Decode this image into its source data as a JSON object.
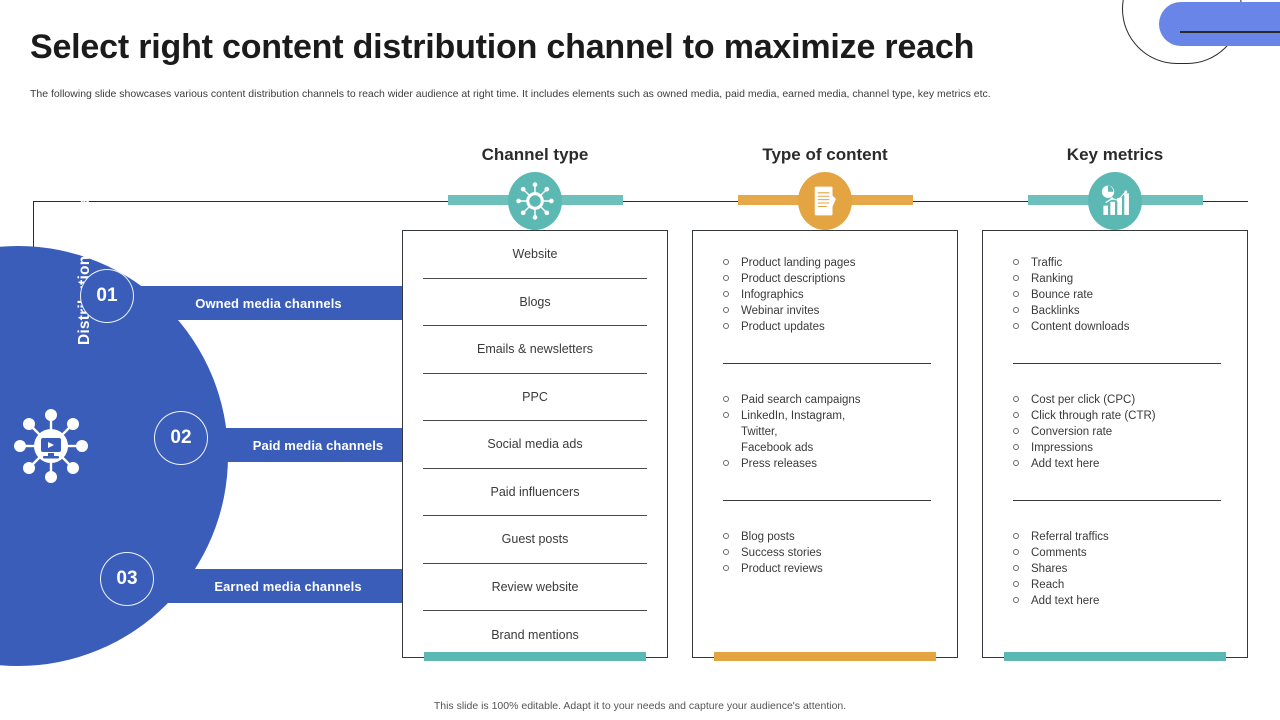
{
  "header": {
    "title": "Select right content distribution channel to maximize reach",
    "subtitle": "The following slide showcases various content distribution channels to reach wider audience at right time. It includes elements such as owned media, paid media, earned media, channel type, key metrics etc."
  },
  "left_panel": {
    "label": "Distribution channels",
    "icon": "broadcast-network-icon",
    "rows": [
      {
        "number": "01",
        "label": "Owned media channels"
      },
      {
        "number": "02",
        "label": "Paid media channels"
      },
      {
        "number": "03",
        "label": "Earned media channels"
      }
    ]
  },
  "columns": [
    {
      "title": "Channel type",
      "icon": "network-hub-icon",
      "accent": "#5bb8b2",
      "items": [
        "Website",
        "Blogs",
        "Emails & newsletters",
        "PPC",
        "Social media ads",
        "Paid influencers",
        "Guest posts",
        "Review  website",
        "Brand mentions"
      ]
    },
    {
      "title": "Type of content",
      "icon": "document-pen-icon",
      "accent": "#e4a442",
      "groups": [
        {
          "items": [
            "Product landing  pages",
            "Product descriptions",
            "Infographics",
            "Webinar invites",
            "Product updates"
          ]
        },
        {
          "items": [
            "Paid search campaigns",
            "LinkedIn, Instagram,\nTwitter,\nFacebook ads",
            "Press releases"
          ]
        },
        {
          "items": [
            "Blog posts",
            "Success stories",
            "Product reviews"
          ]
        }
      ]
    },
    {
      "title": "Key metrics",
      "icon": "bar-chart-icon",
      "accent": "#5bb8b2",
      "groups": [
        {
          "items": [
            "Traffic",
            "Ranking",
            "Bounce rate",
            "Backlinks",
            "Content downloads"
          ]
        },
        {
          "items": [
            "Cost per click (CPC)",
            "Click through rate (CTR)",
            "Conversion  rate",
            "Impressions",
            "Add text here"
          ]
        },
        {
          "items": [
            "Referral  traffics",
            "Comments",
            "Shares",
            "Reach",
            "Add text here"
          ]
        }
      ]
    }
  ],
  "footer": {
    "note": "This slide is 100% editable.  Adapt it to your needs and capture your audience's attention."
  },
  "colors": {
    "brand_blue": "#3a5dba",
    "teal": "#5bb8b2",
    "orange": "#e4a442",
    "deco_blue": "#6a85e8"
  }
}
